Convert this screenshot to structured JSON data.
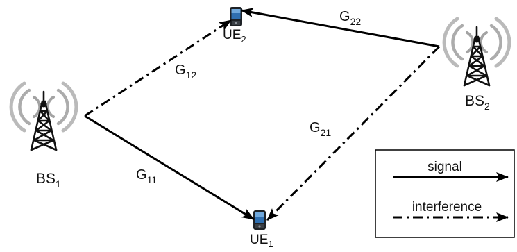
{
  "nodes": {
    "bs1": {
      "name": "BS",
      "sub": "1"
    },
    "bs2": {
      "name": "BS",
      "sub": "2"
    },
    "ue1": {
      "name": "UE",
      "sub": "1"
    },
    "ue2": {
      "name": "UE",
      "sub": "2"
    }
  },
  "links": {
    "g11": {
      "name": "G",
      "sub": "11",
      "kind": "signal"
    },
    "g22": {
      "name": "G",
      "sub": "22",
      "kind": "signal"
    },
    "g12": {
      "name": "G",
      "sub": "12",
      "kind": "interference"
    },
    "g21": {
      "name": "G",
      "sub": "21",
      "kind": "interference"
    }
  },
  "legend": {
    "signal_label": "signal",
    "interference_label": "interference"
  },
  "icons": {
    "base_station": "radio-tower-icon",
    "user_equipment": "mobile-phone-icon"
  },
  "colors": {
    "line": "#000000",
    "wave": "#9a9a9a",
    "phone_body": "#1e2226",
    "phone_screen": "#2f6fb0"
  }
}
